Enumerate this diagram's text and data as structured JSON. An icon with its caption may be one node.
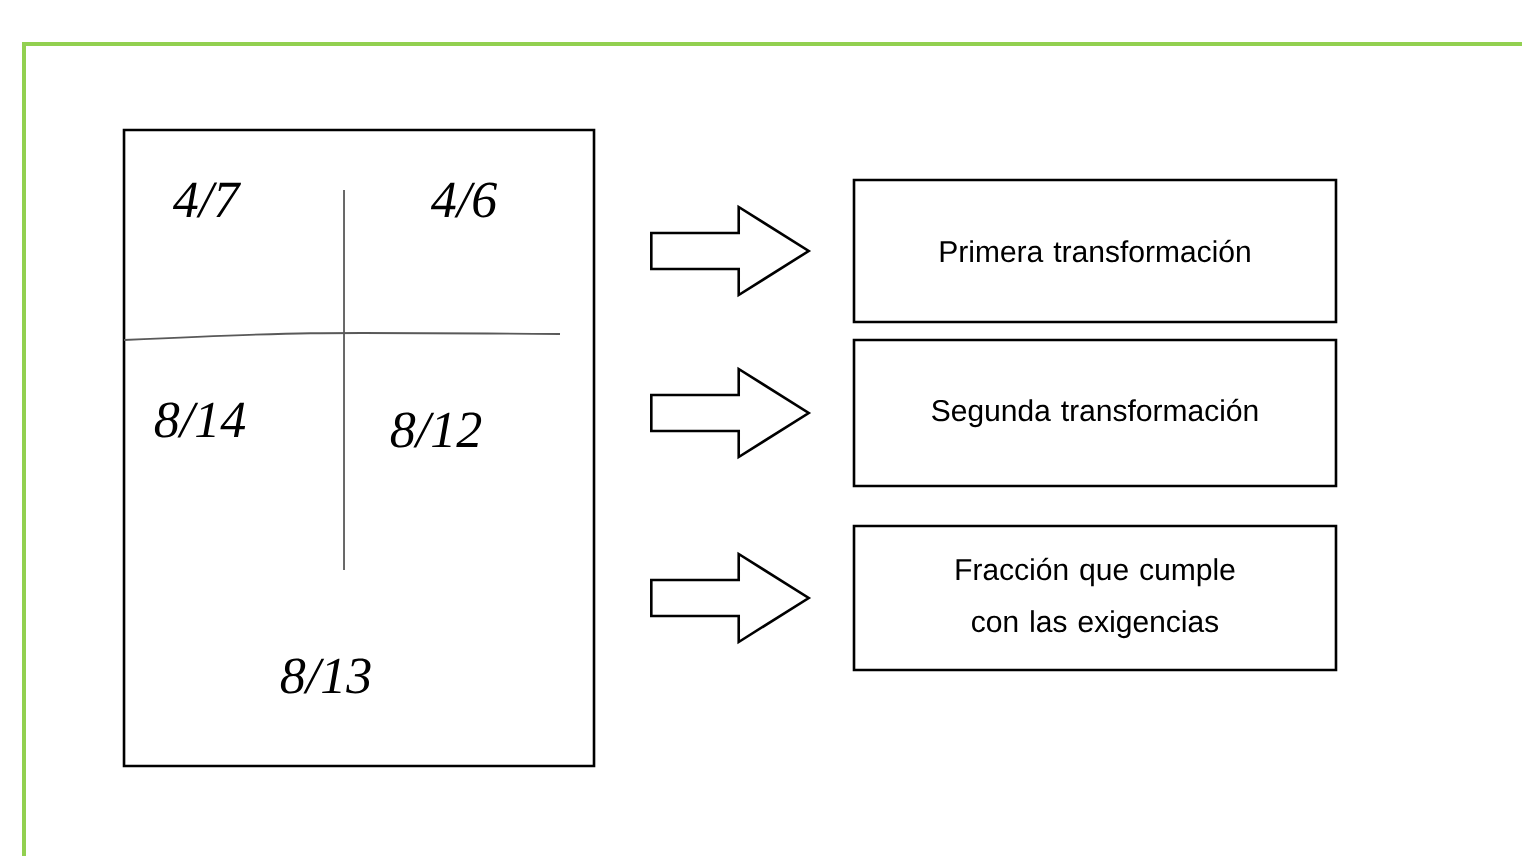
{
  "diagram": {
    "nodes": [
      {
        "text": [
          "4/7",
          "4/6",
          "8/14",
          "8/12",
          "8/13"
        ]
      },
      {
        "text": [
          "Primera transformación"
        ]
      },
      {
        "text": [
          "Segunda transformación"
        ]
      },
      {
        "text": [
          "Fracción que cumple con las exigencias"
        ]
      }
    ],
    "edges": [
      {
        "from": 0,
        "to": 1,
        "arrow": "to"
      },
      {
        "from": 0,
        "to": 2,
        "arrow": "to"
      },
      {
        "from": 0,
        "to": 3,
        "arrow": "to"
      }
    ]
  }
}
